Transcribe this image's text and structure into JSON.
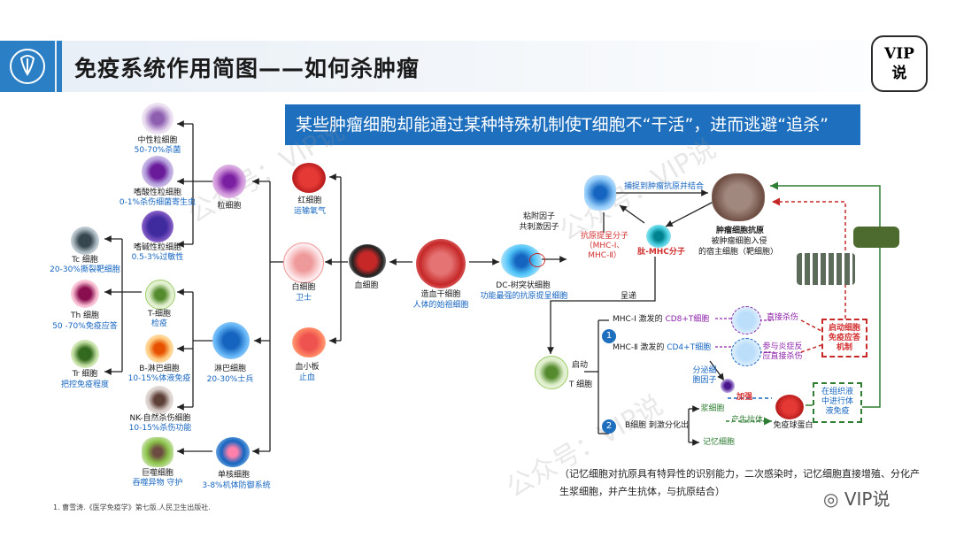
{
  "title": "免疫系统作用简图——如何杀肿瘤",
  "vip_badge": {
    "line1": "VIP",
    "line2": "说"
  },
  "banner": "某些肿瘤细胞却能通过某种特殊机制使T细胞不“干活”，进而逃避“追杀”",
  "watermark": "公众号：VIP说",
  "cells": {
    "neutrophil": {
      "name": "中性粒细胞",
      "desc": "50-70%杀菌"
    },
    "eosinophil": {
      "name": "嗜酸性粒细胞",
      "desc": "0-1%杀伤细菌寄生虫"
    },
    "basophil": {
      "name": "嗜碱性粒细胞",
      "desc": "0.5-3%过敏性"
    },
    "granulocyte": {
      "name": "粒细胞"
    },
    "tc": {
      "name": "Tc 细胞",
      "desc": "20-30%撕裂靶细胞"
    },
    "th": {
      "name": "Th 细胞",
      "desc": "50 -70%免疫应答"
    },
    "tr": {
      "name": "Tr 细胞",
      "desc": "把控免疫程度"
    },
    "tcell": {
      "name": "T-细胞",
      "desc": "检疫"
    },
    "bcell": {
      "name": "B-淋巴细胞",
      "desc": "10-15%体液免疫"
    },
    "nk": {
      "name": "NK-自然杀伤细胞",
      "desc": "10-15%杀伤功能"
    },
    "macrophage": {
      "name": "巨噬细胞",
      "desc": "吞噬异物 守护"
    },
    "lymphocyte": {
      "name": "淋巴细胞",
      "desc": "20-30%士兵"
    },
    "monocyte": {
      "name": "单核细胞",
      "desc": "3-8%机体防御系统"
    },
    "rbc": {
      "name": "红细胞",
      "desc": "运输氧气"
    },
    "wbc": {
      "name": "白细胞",
      "desc": "卫士"
    },
    "platelet": {
      "name": "血小板",
      "desc": "止血"
    },
    "bloodcell": {
      "name": "血细胞"
    },
    "stem": {
      "name": "造血干细胞",
      "desc": "人体的始祖细胞"
    },
    "dc": {
      "name": "DC-树突状细胞",
      "desc": "功能最强的抗原提呈细胞"
    }
  },
  "pathway": {
    "adhesion": {
      "line1": "粘附因子",
      "line2": "共刺激因子"
    },
    "capture": "捕捉到肿瘤抗原并结合",
    "apm": {
      "line1": "抗原提呈分子",
      "line2": "（MHC-Ⅰ、",
      "line3": "MHC-Ⅱ）"
    },
    "peptide_mhc": "肽-MHC分子",
    "tumor_antigen": {
      "name": "肿瘤细胞抗原",
      "desc1": "被肿瘤细胞入侵",
      "desc2": "的宿主细胞（靶细胞）"
    },
    "present": "呈递",
    "activate": {
      "line1": "启动",
      "line2": "T 细胞"
    },
    "step1": "1",
    "step2": "2",
    "mhc1": {
      "prefix": "MHC-Ⅰ 激发的 ",
      "cell": "CD8+T细胞"
    },
    "mhc2": {
      "prefix": "MHC-Ⅱ 激发的 ",
      "cell": "CD4+T细胞"
    },
    "direct_kill": "直接杀伤",
    "assist": {
      "line1": "参与炎症反",
      "line2": "应直接杀伤"
    },
    "start_immune": {
      "line1": "启动细胞",
      "line2": "免疫应答",
      "line3": "机制"
    },
    "cytokine": {
      "line1": "分泌细",
      "line2": "胞因子"
    },
    "enhance": "加强",
    "plasma": "浆细胞",
    "antibody": "产生抗体",
    "globulin": "免疫球蛋白",
    "humoral": {
      "line1": "在组织液",
      "line2": "中进行体",
      "line3": "液免疫"
    },
    "bcell_stim": "B细胞 刺激分化出",
    "memory": "记忆细胞"
  },
  "memory_note": "（记忆细胞对抗原具有特异性的识别能力，二次感染时，记忆细胞直接增殖、分化产生浆细胞，并产生抗体，与抗原结合）",
  "footnote": "1. 曹雪涛.《医学免疫学》第七版.人民卫生出版社.",
  "wechat_label": "VIP说",
  "colors": {
    "brand_blue": "#1e6fbe",
    "red": "#d32f2f",
    "green": "#2e7d32",
    "purple": "#8e24aa"
  }
}
